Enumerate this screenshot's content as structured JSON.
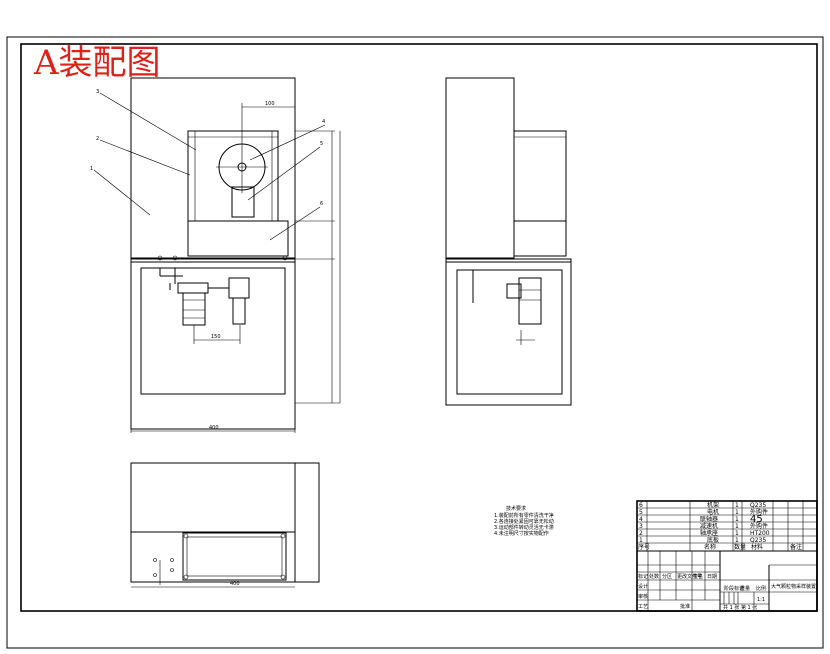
{
  "drawing": {
    "title": "A装配图",
    "title_color": "#e0201a",
    "line_color": "#000000",
    "background": "#ffffff"
  },
  "front_view": {
    "leaders": [
      "3",
      "2",
      "1",
      "4",
      "5",
      "6"
    ],
    "dim_top": "100",
    "dim_bottom": "150",
    "dim_width": "400"
  },
  "plan_view": {
    "dim_width": "400"
  },
  "notes": {
    "heading": "技术要求",
    "lines": [
      "1.装配前所有零件清洗干净",
      "2.各连接处紧固可靠无松动",
      "3.运动部件转动灵活无卡滞",
      "4.未注明尺寸按实物配作"
    ]
  },
  "title_block": {
    "parts_rows": [
      {
        "no": "6",
        "name": "机架",
        "qty": "1",
        "mat": "Q235"
      },
      {
        "no": "5",
        "name": "电机",
        "qty": "1",
        "mat": "外购件"
      },
      {
        "no": "4",
        "name": "联轴器",
        "qty": "1",
        "mat": "45"
      },
      {
        "no": "3",
        "name": "减速机",
        "qty": "1",
        "mat": "外购件"
      },
      {
        "no": "2",
        "name": "轴承座",
        "qty": "1",
        "mat": "HT200"
      },
      {
        "no": "1",
        "name": "底板",
        "qty": "1",
        "mat": "Q235"
      }
    ],
    "header": {
      "no": "序号",
      "name": "名称",
      "qty": "数量",
      "mat": "材料",
      "note": "备注"
    },
    "drawing_name": "大气颗粒物采样装置",
    "scale": "1:1",
    "sheet": "共 1 张 第 1 张",
    "labels": [
      "标记",
      "处数",
      "分区",
      "更改文件号",
      "签名",
      "日期"
    ],
    "roles": [
      "设计",
      "审核",
      "工艺",
      "批准"
    ],
    "stage": "阶段标记",
    "weight": "重量",
    "ratio": "比例"
  }
}
